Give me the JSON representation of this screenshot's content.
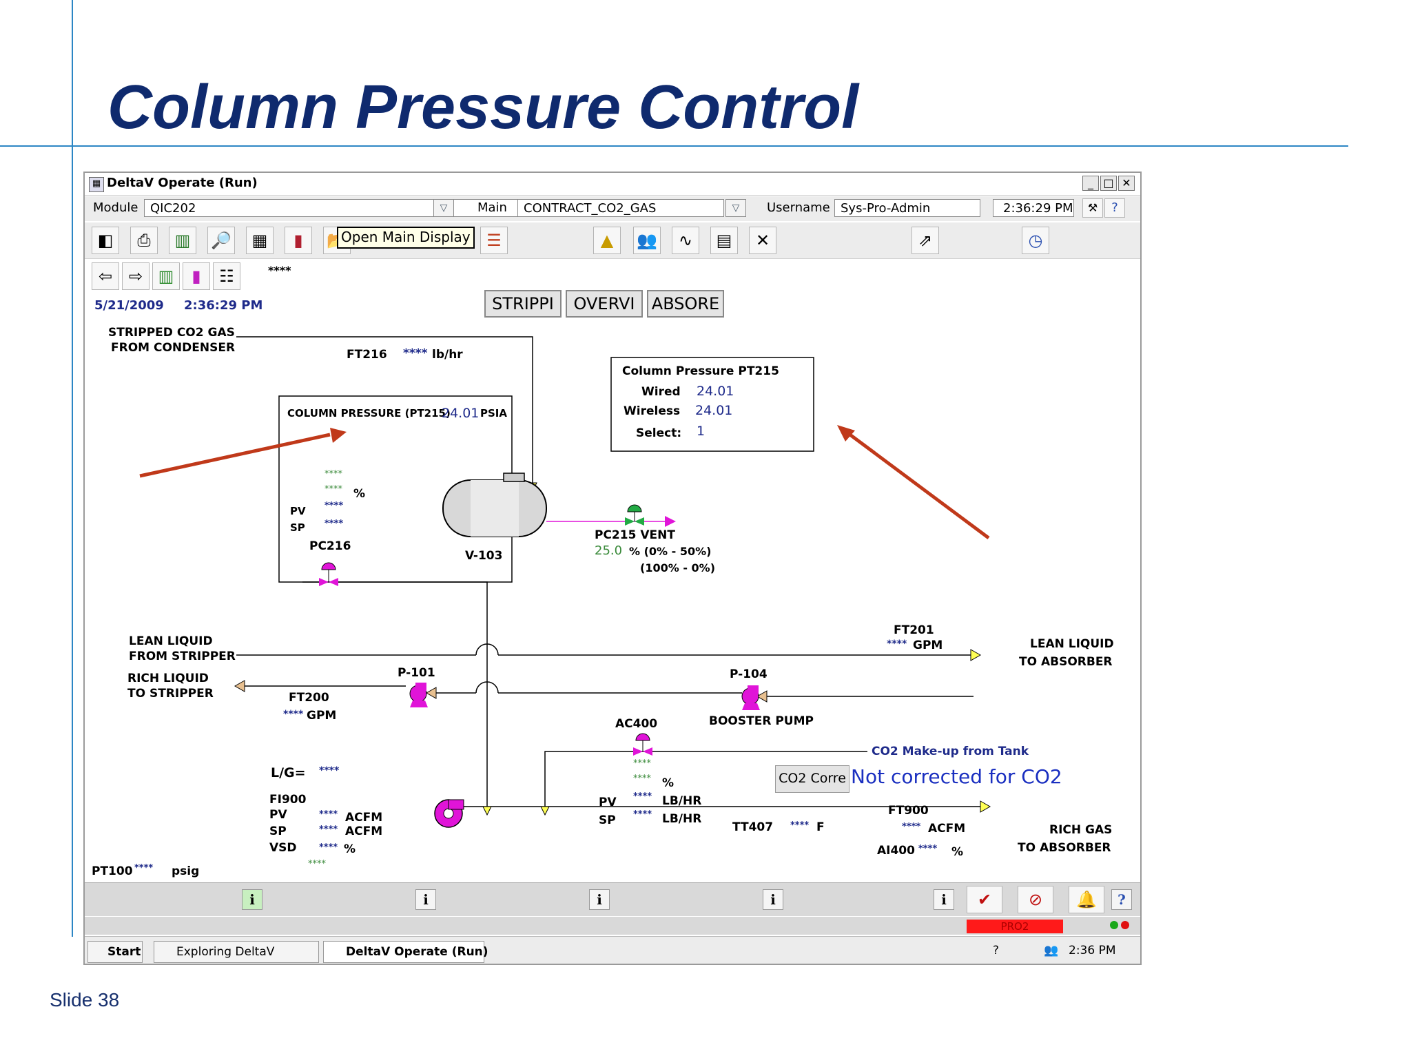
{
  "slide": {
    "title": "Column Pressure Control",
    "number": "Slide 38"
  },
  "window": {
    "title": "DeltaV Operate (Run)"
  },
  "header_bar": {
    "module_label": "Module",
    "module_value": "QIC202",
    "main_label": "Main",
    "main_value": "CONTRACT_CO2_GAS",
    "username_label": "Username",
    "username_value": "Sys-Pro-Admin",
    "time": "2:36:29 PM"
  },
  "toolbar": {
    "tooltip": "Open Main Display",
    "stars": "****"
  },
  "display": {
    "date": "5/21/2009",
    "time": "2:36:29 PM",
    "buttons": [
      "STRIPPI",
      "OVERVI",
      "ABSORE"
    ],
    "stripped_gas": [
      "STRIPPED CO2 GAS",
      "FROM CONDENSER"
    ],
    "ft216": {
      "tag": "FT216",
      "value": "****",
      "unit": "lb/hr"
    },
    "column_pressure": {
      "label": "COLUMN PRESSURE (PT215)",
      "value": "24.01",
      "unit": "PSIA"
    },
    "pt215_box": {
      "title": "Column Pressure PT215",
      "wired_label": "Wired",
      "wired": "24.01",
      "wireless_label": "Wireless",
      "wireless": "24.01",
      "select_label": "Select:",
      "select": "1"
    },
    "pc216": {
      "tag": "PC216",
      "out1": "****",
      "out2": "****",
      "pct": "%",
      "pv_label": "PV",
      "pv": "****",
      "sp_label": "SP",
      "sp": "****"
    },
    "vessel": "V-103",
    "pc215_vent": {
      "tag": "PC215 VENT",
      "value": "25.0",
      "range1": "% (0% - 50%)",
      "range2": "(100% - 0%)"
    },
    "lean_from": [
      "LEAN LIQUID",
      "FROM STRIPPER"
    ],
    "rich_to": [
      "RICH LIQUID",
      "TO STRIPPER"
    ],
    "ft201": {
      "tag": "FT201",
      "value": "****",
      "unit": "GPM"
    },
    "lean_to": [
      "LEAN LIQUID",
      "TO ABSORBER"
    ],
    "p101": "P-101",
    "p104": "P-104",
    "ft200": {
      "tag": "FT200",
      "value": "****",
      "unit": "GPM"
    },
    "booster": "BOOSTER PUMP",
    "ac400": {
      "tag": "AC400",
      "out1": "****",
      "out2": "****",
      "pct": "%",
      "pv_label": "PV",
      "pv": "****",
      "pv_unit": "LB/HR",
      "sp_label": "SP",
      "sp": "****",
      "sp_unit": "LB/HR"
    },
    "co2_makeup": "CO2 Make-up from Tank",
    "co2_button": "CO2 Corre",
    "co2_msg": "Not corrected for CO2",
    "lg": {
      "label": "L/G=",
      "value": "****"
    },
    "fi900": {
      "tag": "FI900",
      "pv_label": "PV",
      "pv": "****",
      "pv_unit": "ACFM",
      "sp_label": "SP",
      "sp": "****",
      "sp_unit": "ACFM",
      "vsd_label": "VSD",
      "vsd": "****",
      "vsd_unit": "%",
      "extra": "****"
    },
    "tt407": {
      "tag": "TT407",
      "value": "****",
      "unit": "F"
    },
    "ft900": {
      "tag": "FT900",
      "value": "****",
      "unit": "ACFM"
    },
    "ai400": {
      "tag": "AI400",
      "value": "****",
      "unit": "%"
    },
    "rich_gas": [
      "RICH GAS",
      "TO ABSORBER"
    ],
    "pt100": {
      "tag": "PT100",
      "value": "****",
      "unit": "psig"
    }
  },
  "statusbar": {
    "info": [
      "i",
      "i",
      "i",
      "i",
      "i"
    ],
    "help": "?",
    "alarm": "PRO2"
  },
  "taskbar": {
    "start": "Start",
    "task1": "Exploring DeltaV",
    "task2": "DeltaV Operate (Run)",
    "clock": "2:36 PM"
  },
  "colors": {
    "title": "#0f2a6e",
    "rule": "#2c86c4",
    "arrow": "#c0391a",
    "magenta": "#e014d8",
    "value_blue": "#1e2a8a",
    "value_green": "#3a8a3a",
    "alarm_red": "#ff1a1a"
  }
}
